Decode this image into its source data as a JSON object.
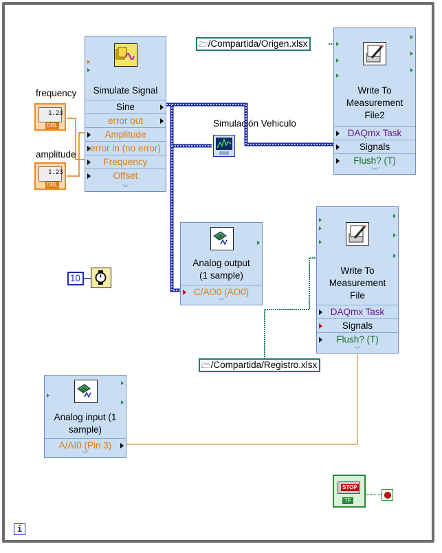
{
  "loop_terminal": "i",
  "controls": {
    "frequency": {
      "label": "frequency",
      "value": "1.23",
      "type": "DBL"
    },
    "amplitude": {
      "label": "amplitude",
      "value": "1.23",
      "type": "DBL"
    }
  },
  "simulate_signal": {
    "title": "Simulate Signal",
    "rows": [
      "Sine",
      "error out",
      "Amplitude",
      "error in (no error)",
      "Frequency",
      "Offset"
    ]
  },
  "write_file2": {
    "title_lines": [
      "Write To",
      "Measurement",
      "File2"
    ],
    "rows": [
      "DAQmx Task",
      "Signals",
      "Flush? (T)"
    ]
  },
  "write_file": {
    "title_lines": [
      "Write To",
      "Measurement",
      "File"
    ],
    "rows": [
      "DAQmx Task",
      "Signals",
      "Flush? (T)"
    ]
  },
  "analog_output": {
    "title_lines": [
      "Analog output",
      "(1 sample)"
    ],
    "channel": "C/AO0 (AO0)"
  },
  "analog_input": {
    "title_lines": [
      "Analog input (1",
      "sample)"
    ],
    "channel": "A/AI0 (Pin 3)"
  },
  "vi_label": "Simulación Vehiculo",
  "path_origen": "/Compartida/Origen.xlsx",
  "path_registro": "/Compartida/Registro.xlsx",
  "wait_constant": "10",
  "stop_button": {
    "label": "STOP",
    "tf": "TF"
  },
  "colors": {
    "orange": "#e07c10",
    "blue_wire": "#1c2ba6",
    "teal_wire": "#1f7a6e",
    "node_bg": "#c9ddf3"
  }
}
